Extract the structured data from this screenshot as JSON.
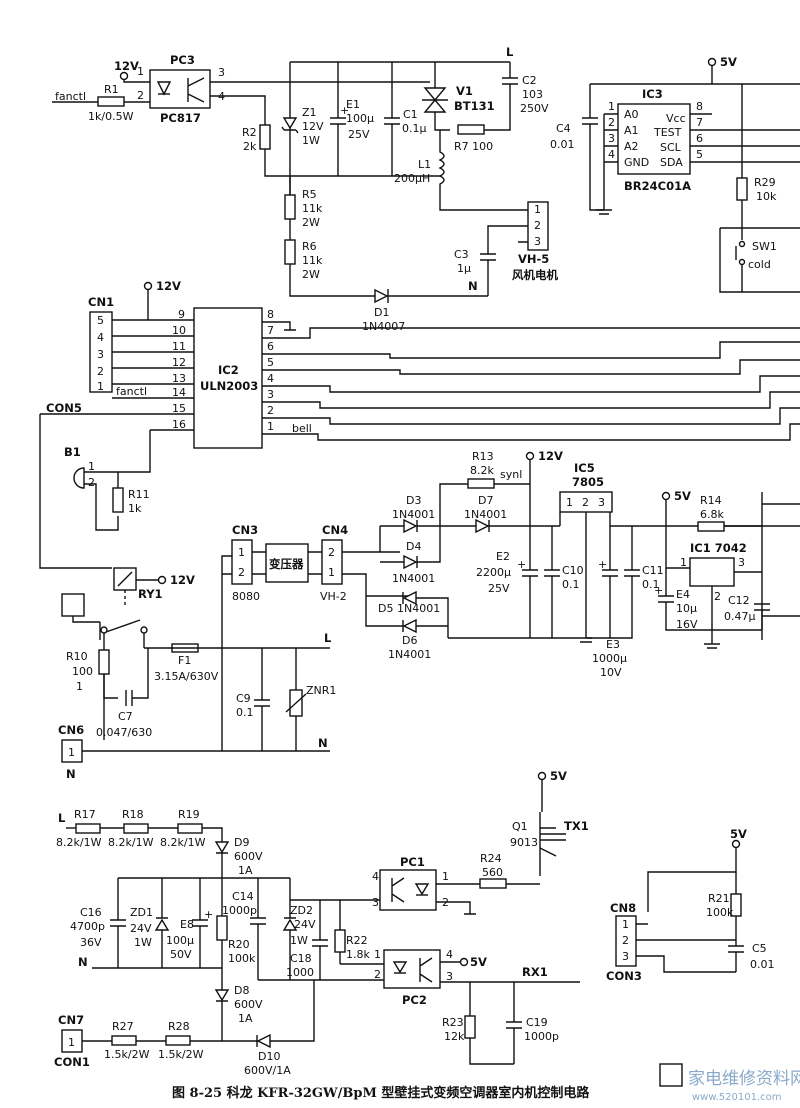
{
  "caption": "图 8-25   科龙 KFR-32GW/BpM 型壁挂式变频空调器室内机控制电路",
  "watermark": {
    "text": "家电维修资料网",
    "url": "www.520101.com"
  },
  "fan_section": {
    "v12": "12V",
    "fanctl": "fanctl",
    "r1": "R1",
    "r1_val": "1k/0.5W",
    "pc3": "PC3",
    "pc3_part": "PC817",
    "pin1": "1",
    "pin2": "2",
    "pin3": "3",
    "pin4": "4",
    "r2": "R2",
    "r2_val": "2k",
    "z1": "Z1",
    "z1_v": "12V",
    "z1_w": "1W",
    "e1": "E1",
    "e1_c": "100µ",
    "e1_v": "25V",
    "c1": "C1",
    "c1_val": "0.1µ",
    "l_label": "L",
    "v1": "V1",
    "v1_part": "BT131",
    "c2": "C2",
    "c2_val": "103",
    "c2_v": "250V",
    "r7": "R7 100",
    "l1": "L1",
    "l1_val": "200µH",
    "r5": "R5",
    "r5_r": "11k",
    "r5_w": "2W",
    "r6": "R6",
    "r6_r": "11k",
    "r6_w": "2W",
    "c3": "C3",
    "c3_val": "1µ",
    "vh5": "VH-5",
    "motor": "风机电机",
    "n_label": "N",
    "d1": "D1",
    "d1_part": "1N4007",
    "con_pins": [
      "1",
      "2",
      "3"
    ]
  },
  "eeprom": {
    "v5": "5V",
    "ic3": "IC3",
    "a0": "A0",
    "a1": "A1",
    "a2": "A2",
    "gnd": "GND",
    "vcc": "Vcc",
    "test": "TEST",
    "scl": "SCL",
    "sda": "SDA",
    "part": "BR24C01A",
    "c4": "C4",
    "c4_val": "0.01",
    "r29": "R29",
    "r29_val": "10k",
    "sw1": "SW1",
    "sw1_sub": "cold",
    "pins_left": [
      "1",
      "2",
      "3",
      "4"
    ],
    "pins_right": [
      "8",
      "7",
      "6",
      "5"
    ]
  },
  "driver": {
    "cn1": "CN1",
    "v12": "12V",
    "ic2": "IC2",
    "ic2_part": "ULN2003",
    "cn1_pins": [
      "5",
      "4",
      "3",
      "2",
      "1"
    ],
    "left_pins": [
      "9",
      "10",
      "11",
      "12",
      "13",
      "14",
      "15",
      "16"
    ],
    "right_pins": [
      "8",
      "7",
      "6",
      "5",
      "4",
      "3",
      "2",
      "1"
    ],
    "fanctl": "fanctl",
    "bell": "bell",
    "con5": "CON5",
    "b1": "B1",
    "b1_p1": "1",
    "b1_p2": "2",
    "r11": "R11",
    "r11_val": "1k"
  },
  "power": {
    "r13": "R13",
    "r13_val": "8.2k",
    "synl": "synl",
    "v12": "12V",
    "ic5": "IC5",
    "ic5_part": "7805",
    "ic5_pins": [
      "1",
      "2",
      "3"
    ],
    "v5": "5V",
    "r14": "R14",
    "r14_val": "6.8k",
    "ic1": "IC1 7042",
    "ic1_pins": [
      "1",
      "2",
      "3"
    ],
    "cn3": "CN3",
    "cn3_pins": [
      "1",
      "2"
    ],
    "cn3_part": "8080",
    "transformer": "变压器",
    "cn4": "CN4",
    "cn4_pins": [
      "2",
      "1"
    ],
    "cn4_part": "VH-2",
    "d3": "D3",
    "d3_part": "1N4001",
    "d4": "D4",
    "d4_part": "1N4001",
    "d5": "D5 1N4001",
    "d6": "D6",
    "d6_part": "1N4001",
    "d7": "D7",
    "d7_part": "1N4001",
    "e2": "E2",
    "e2_c": "2200µ",
    "e2_v": "25V",
    "c10": "C10",
    "c10_val": "0.1",
    "e3": "E3",
    "e3_c": "1000µ",
    "e3_v": "10V",
    "c11": "C11",
    "c11_val": "0.1",
    "e4": "E4",
    "e4_c": "10µ",
    "e4_v": "16V",
    "c12": "C12",
    "c12_val": "0.47µ",
    "ry1": "RY1",
    "ry_v12": "12V",
    "r10": "R10",
    "r10_r": "100",
    "r10_w": "1",
    "c7": "C7",
    "c7_val": "0.047/630",
    "f1": "F1",
    "f1_val": "3.15A/630V",
    "l_label": "L",
    "c9": "C9",
    "c9_val": "0.1",
    "znr1": "ZNR1",
    "n_label": "N",
    "cn6": "CN6",
    "cn6_pin": "1"
  },
  "comm": {
    "l_label": "L",
    "r17": "R17",
    "r17_val": "8.2k/1W",
    "r18": "R18",
    "r18_val": "8.2k/1W",
    "r19": "R19",
    "r19_val": "8.2k/1W",
    "d9": "D9",
    "d9_v": "600V",
    "d9_a": "1A",
    "c16": "C16",
    "c16_c": "4700p",
    "c16_v": "36V",
    "zd1": "ZD1",
    "zd1_v": "24V",
    "zd1_w": "1W",
    "e8": "E8",
    "e8_c": "100µ",
    "e8_v": "50V",
    "c14": "C14",
    "c14_val": "1000p",
    "r20": "R20",
    "r20_val": "100k",
    "zd2": "ZD2",
    "zd2_v": "24V",
    "zd2_w": "1W",
    "c18": "C18",
    "c18_val": "1000",
    "r22": "R22",
    "r22_val": "1.8k",
    "n_label": "N",
    "d8": "D8",
    "d8_v": "600V",
    "d8_a": "1A",
    "cn7": "CN7",
    "cn7_pin": "1",
    "con1": "CON1",
    "r27": "R27",
    "r27_val": "1.5k/2W",
    "r28": "R28",
    "r28_val": "1.5k/2W",
    "d10": "D10",
    "d10_val": "600V/1A",
    "pc1": "PC1",
    "pc2": "PC2",
    "pc_pins": [
      "4",
      "3",
      "2",
      "1"
    ],
    "r24": "R24",
    "r24_val": "560",
    "q1": "Q1",
    "q1_part": "9013",
    "tx1": "TX1",
    "v5": "5V",
    "rx1": "RX1",
    "r23": "R23",
    "r23_val": "12k",
    "c19": "C19",
    "c19_val": "1000p"
  },
  "cn8_section": {
    "cn8": "CN8",
    "pins": [
      "1",
      "2",
      "3"
    ],
    "con3": "CON3",
    "v5": "5V",
    "r21": "R21",
    "r21_val": "100k",
    "c5": "C5",
    "c5_val": "0.01"
  }
}
